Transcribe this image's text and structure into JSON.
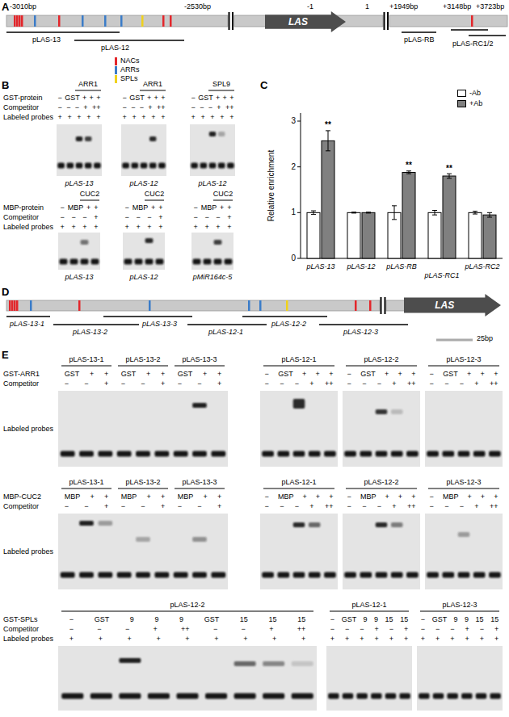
{
  "diagram": {
    "nodes": [
      {
        "text": [
          "LAS"
        ]
      },
      {
        "text": [
          "LAS"
        ]
      }
    ],
    "labels": [
      "A",
      "-3010bp",
      "-2530bp",
      "-1",
      "1",
      "+1949bp",
      "+3148bp",
      "+3723bp",
      "pLAS-13",
      "pLAS-12",
      "pLAS-RB",
      "pLAS-RC1/2",
      "B",
      "ARR1",
      "ARR1",
      "SPL9",
      "GST-protein",
      "Competitor",
      "Labeled probes",
      "− GST + + +",
      "− − − + ++",
      "+ + + + +",
      "− GST + + +",
      "− − − + ++",
      "+ + + + +",
      "− GST + + +",
      "− − − + ++",
      "+ + + + +",
      "pLAS-13",
      "pLAS-12",
      "pLAS-12",
      "CUC2",
      "CUC2",
      "CUC2",
      "MBP-protein",
      "Competitor",
      "Labeled probes",
      "− MBP + +",
      "− − − +",
      "+ + + +",
      "− MBP + +",
      "− − − +",
      "+ + + +",
      "− MBP + +",
      "− − − +",
      "+ + + +",
      "pLAS-13",
      "pLAS-12",
      "pMiR164c-5",
      "C",
      "Relative enrichment",
      "3",
      "2",
      "1",
      "0",
      "**",
      "**",
      "**",
      "pLAS-13",
      "pLAS-12",
      "pLAS-RB",
      "pLAS-RC1",
      "pLAS-RC2",
      "D",
      "pLAS-13-1",
      "pLAS-13-2",
      "pLAS-13-3",
      "pLAS-12-1",
      "pLAS-12-2",
      "pLAS-12-3",
      "25bp",
      "E",
      "pLAS-13-1",
      "pLAS-13-2",
      "pLAS-13-3",
      "pLAS-12-1",
      "pLAS-12-2",
      "pLAS-12-3",
      "GST-ARR1",
      "Competitor",
      "GST + +",
      "− − +",
      "GST + +",
      "− − +",
      "GST + +",
      "− − +",
      "− GST + + +",
      "− − − + ++",
      "− GST + + +",
      "− − − + ++",
      "− GST + + +",
      "− − − + ++",
      "Labeled probes",
      "pLAS-13-1",
      "pLAS-13-2",
      "pLAS-13-3",
      "pLAS-12-1",
      "pLAS-12-2",
      "pLAS-12-3",
      "MBP-CUC2",
      "Competitor",
      "MBP + +",
      "− − +",
      "MBP + +",
      "− − +",
      "MBP + +",
      "− − +",
      "− MBP + + +",
      "− − − + ++",
      "− MBP + + +",
      "− − − + ++",
      "− MBP + + +",
      "− − − + ++",
      "Labeled probes",
      "pLAS-12-2",
      "pLAS-12-1",
      "pLAS-12-3",
      "GST-SPLs",
      "Competitor",
      "Labeled probes",
      "− GST 9 9 9 GST 15 15 15",
      "− − − + ++ − − + ++",
      "+ + + + + + + + +",
      "− GST 9 9 15 15",
      "− − − + − +",
      "+ + + + + +",
      "− GST 9 9 15 15",
      "− − − + − +",
      "+ + + + + +"
    ],
    "legend": [
      {
        "text": "NACs",
        "color": "#e3262b"
      },
      {
        "text": "ARRs",
        "color": "#3b7cc8"
      },
      {
        "text": "SPLs",
        "color": "#f0d21c"
      },
      {
        "text": "-Ab",
        "color": "#ffffff"
      },
      {
        "text": "+Ab",
        "color": "#808080"
      }
    ]
  }
}
